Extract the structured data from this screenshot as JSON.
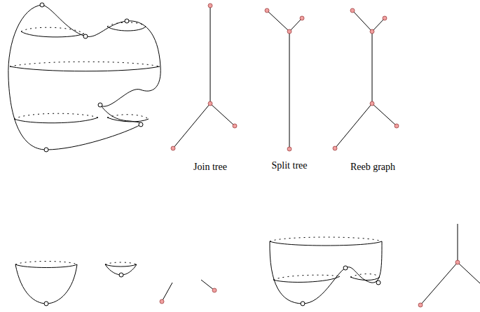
{
  "diagram": {
    "labels": [
      "Join tree",
      "Split tree",
      "Reeb graph"
    ]
  }
}
